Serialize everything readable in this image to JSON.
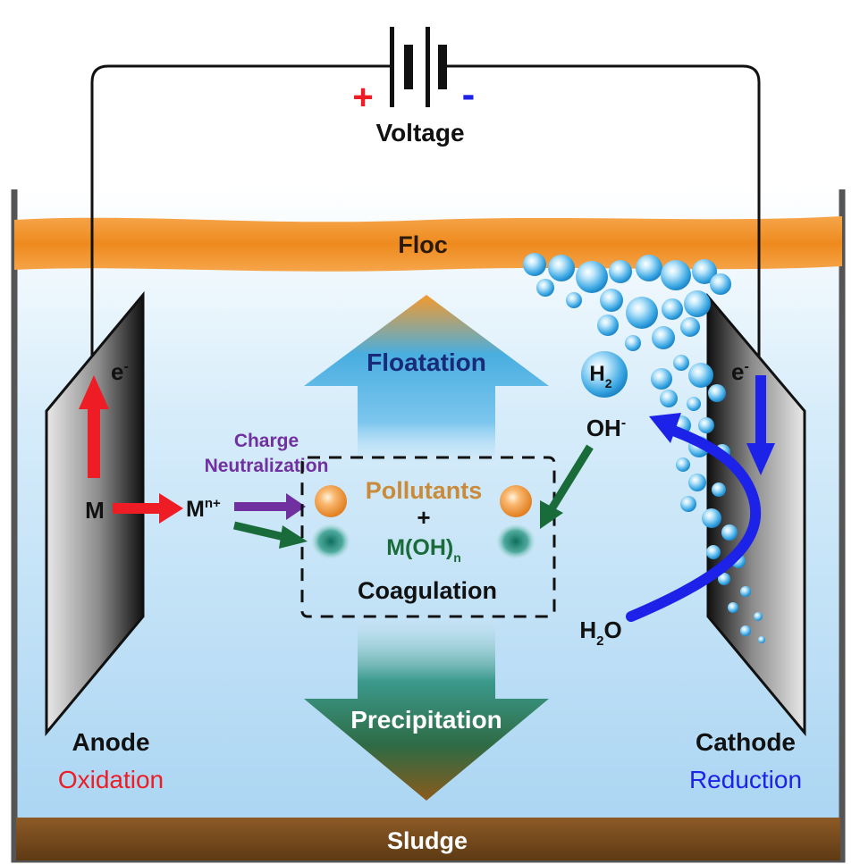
{
  "circuit": {
    "voltage_label": "Voltage",
    "plus_sign": "+",
    "minus_sign": "-"
  },
  "layers": {
    "floc": "Floc",
    "sludge": "Sludge"
  },
  "anode": {
    "title": "Anode",
    "process": "Oxidation",
    "electron": "e",
    "electron_sup": "-",
    "metal": "M",
    "ion": "M",
    "ion_sup": "n+"
  },
  "cathode": {
    "title": "Cathode",
    "process": "Reduction",
    "electron": "e",
    "electron_sup": "-",
    "hydrogen": "H",
    "hydrogen_sub": "2",
    "hydroxide": "OH",
    "hydroxide_sup": "-",
    "water": "H",
    "water_sub": "2",
    "water_tail": "O"
  },
  "center": {
    "floatation": "Floatation",
    "precipitation": "Precipitation",
    "charge_line1": "Charge",
    "charge_line2": "Neutralization",
    "pollutants": "Pollutants",
    "plus": "+",
    "hydroxide_prefix": "M(OH)",
    "hydroxide_sub": "n",
    "coagulation": "Coagulation"
  },
  "colors": {
    "red": "#ee1c25",
    "blue": "#1c22e8",
    "purple": "#7030a0",
    "green": "#1a6b3a",
    "navy": "#1a2a7a",
    "orange": "#f0922a",
    "pollutant_text": "#c98a3a",
    "sludge": "#7a4a1e"
  }
}
